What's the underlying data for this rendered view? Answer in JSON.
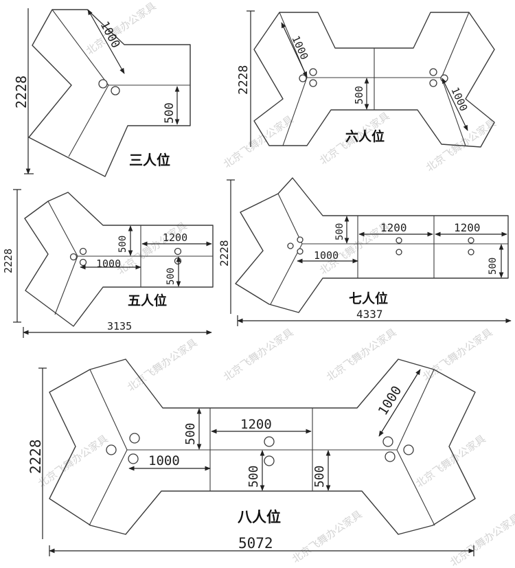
{
  "watermark": "北京飞舞办公家具",
  "layouts": [
    {
      "id": "three",
      "title": "三人位",
      "dims": {
        "height": "2228",
        "depth": "1000",
        "module": "500"
      }
    },
    {
      "id": "six",
      "title": "六人位",
      "dims": {
        "height": "2228",
        "depth_left": "1000",
        "module": "500",
        "depth_right": "1000"
      }
    },
    {
      "id": "five",
      "title": "五人位",
      "dims": {
        "height": "2228",
        "length": "1200",
        "depth": "1000",
        "module_top": "500",
        "module_bottom": "500",
        "width": "3135"
      }
    },
    {
      "id": "seven",
      "title": "七人位",
      "dims": {
        "height": "2228",
        "module_left": "500",
        "length_a": "1200",
        "length_b": "1200",
        "depth": "1000",
        "module_right": "500",
        "width": "4337"
      }
    },
    {
      "id": "eight",
      "title": "八人位",
      "dims": {
        "height": "2228",
        "module_left_top": "500",
        "length": "1200",
        "depth_left": "1000",
        "module_center": "500",
        "module_right": "500",
        "depth_right": "1000",
        "width": "5072"
      }
    }
  ]
}
